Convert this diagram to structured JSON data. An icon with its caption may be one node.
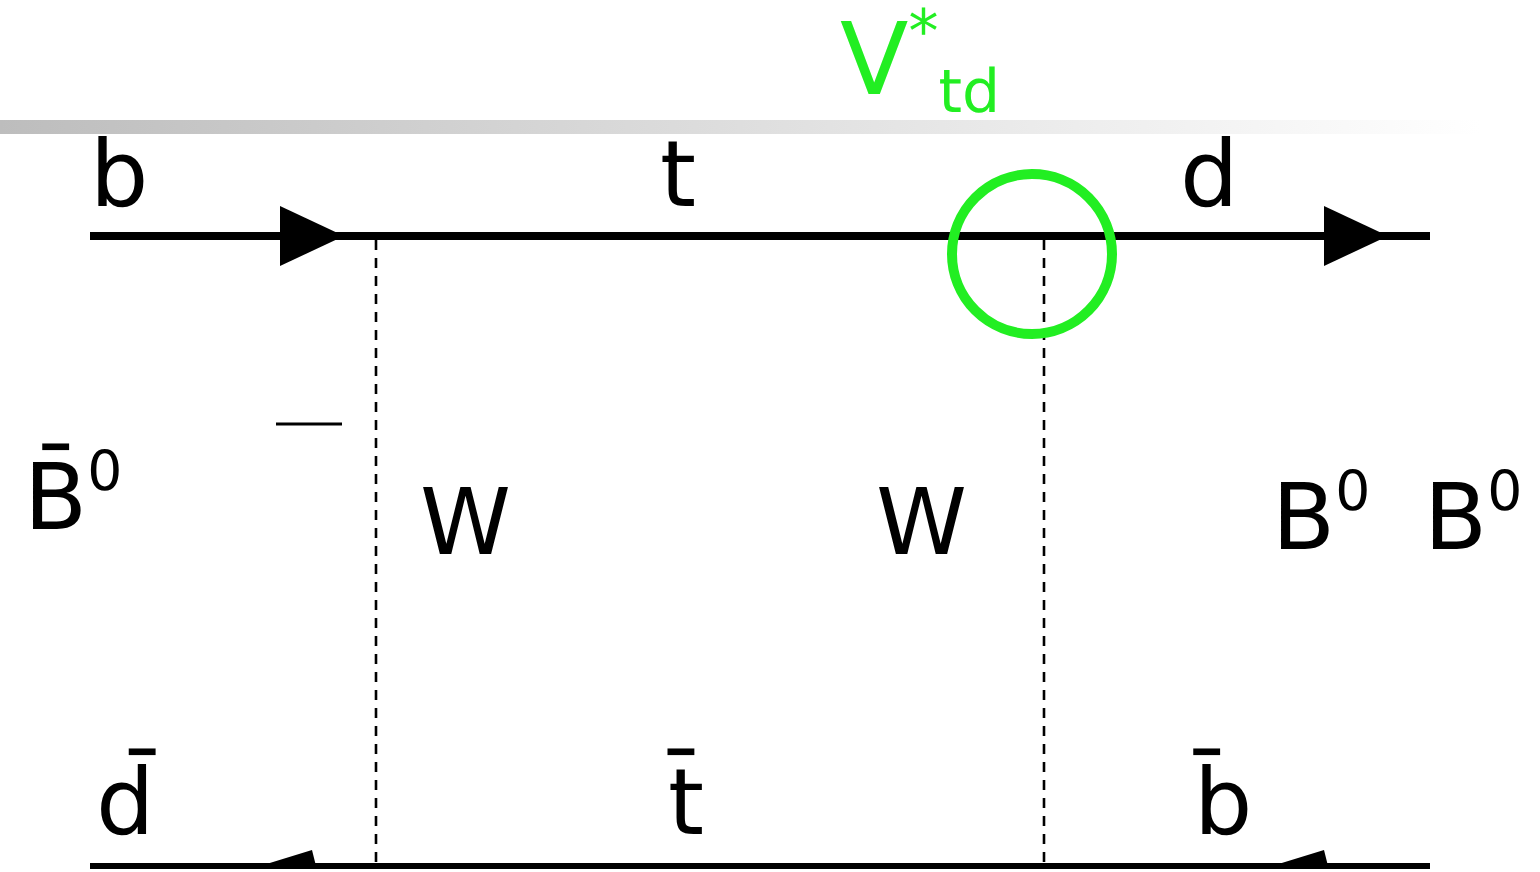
{
  "diagram": {
    "labels": [
      "V$^{*}$$_{td}$",
      "b",
      "t",
      "d",
      "B̄$^{0}$",
      "W",
      "W",
      "B$^{0}$",
      "B$^{0}$",
      "d̄",
      "t̄",
      "b̄"
    ]
  }
}
